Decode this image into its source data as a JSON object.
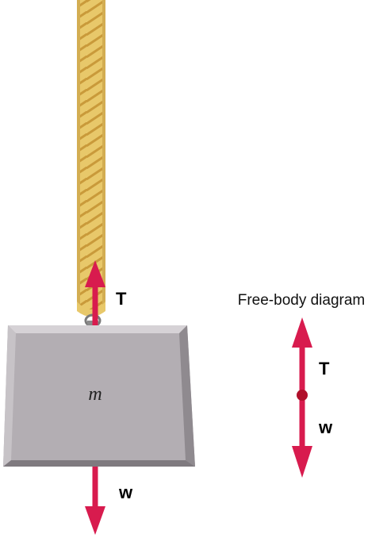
{
  "scene": {
    "mass_label": "m",
    "tension_label": "T",
    "weight_label": "w"
  },
  "free_body": {
    "title": "Free-body diagram",
    "tension_label": "T",
    "weight_label": "w"
  },
  "colors": {
    "arrow": "#d81b4e",
    "rope": "#e8c86a",
    "rope_stripe": "#c99a3a",
    "block_face": "#b3aeb3",
    "block_top_bevel": "#d6d2d6",
    "block_side_bevel": "#8f8a8f",
    "point": "#b0102a"
  }
}
